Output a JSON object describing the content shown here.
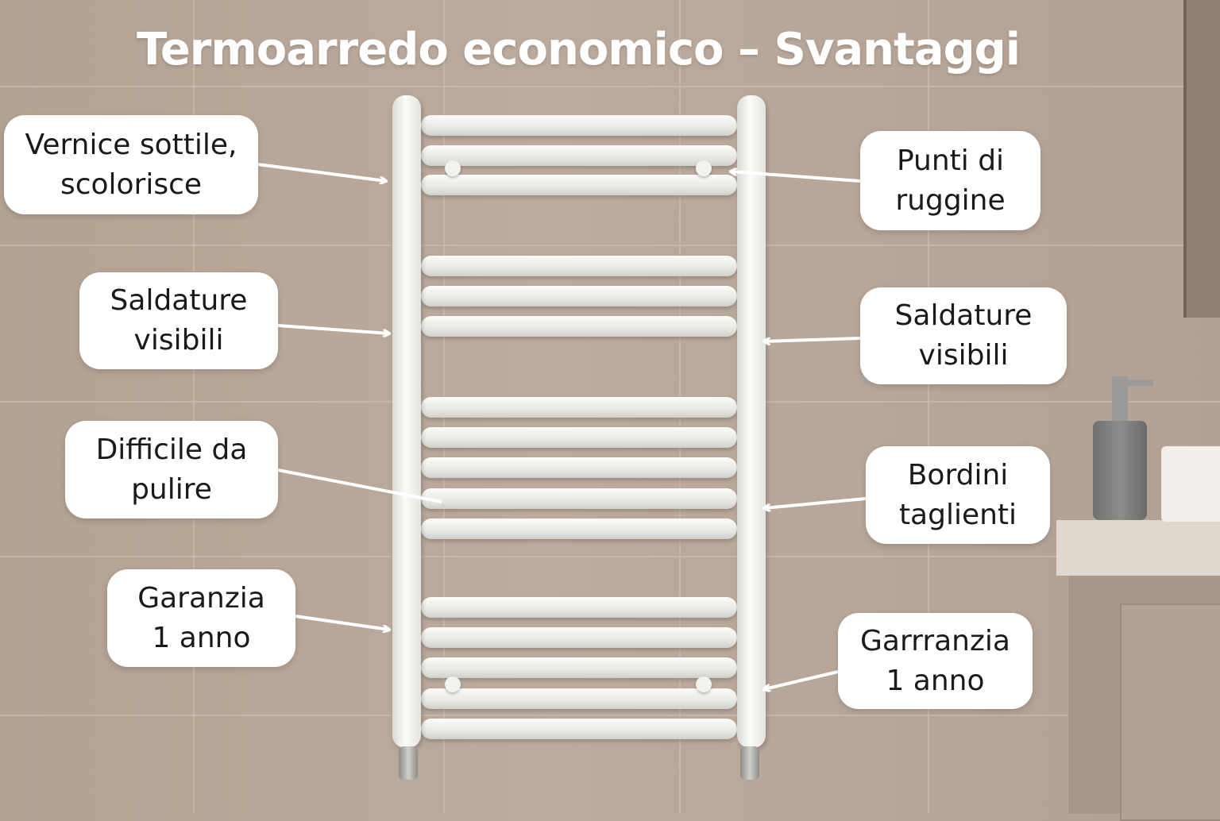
{
  "title": "Termoarredo economico – Svantaggi",
  "callouts": {
    "left": [
      {
        "text": "Vernice sottile, scolorisce"
      },
      {
        "text": "Saldature visibili"
      },
      {
        "text": "Difficile da pulire"
      },
      {
        "text": "Garanzia 1 anno"
      }
    ],
    "right": [
      {
        "text": "Punti di ruggine"
      },
      {
        "text": "Saldature visibili"
      },
      {
        "text": "Bordini taglienti"
      },
      {
        "text": "Garrranzia 1 anno"
      }
    ]
  }
}
